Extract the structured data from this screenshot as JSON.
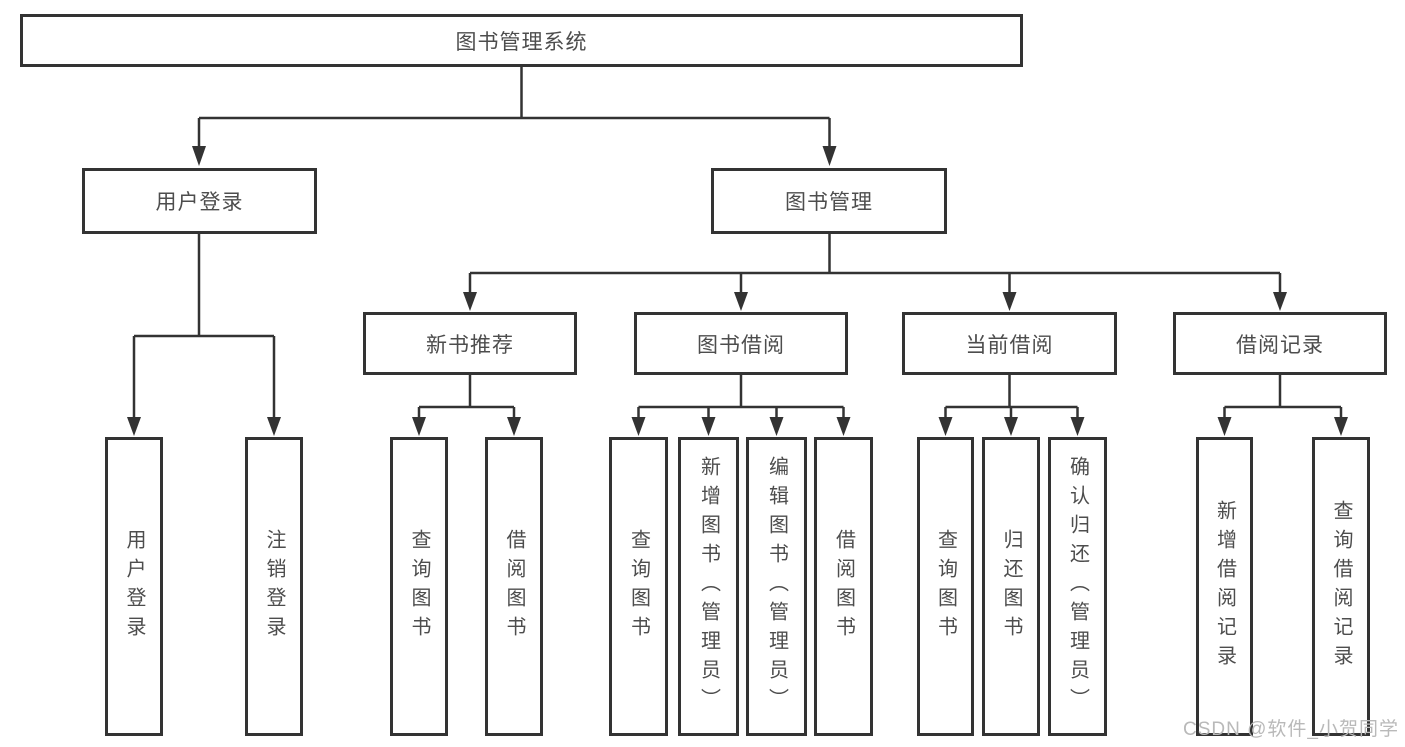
{
  "diagram": {
    "root": {
      "label": "图书管理系统"
    },
    "branches": [
      {
        "label": "用户登录",
        "children": [
          {
            "label": "用户登录"
          },
          {
            "label": "注销登录"
          }
        ]
      },
      {
        "label": "图书管理",
        "children": [
          {
            "label": "新书推荐",
            "children": [
              {
                "label": "查询图书"
              },
              {
                "label": "借阅图书"
              }
            ]
          },
          {
            "label": "图书借阅",
            "children": [
              {
                "label": "查询图书"
              },
              {
                "label": "新增图书（管理员）"
              },
              {
                "label": "编辑图书（管理员）"
              },
              {
                "label": "借阅图书"
              }
            ]
          },
          {
            "label": "当前借阅",
            "children": [
              {
                "label": "查询图书"
              },
              {
                "label": "归还图书"
              },
              {
                "label": "确认归还（管理员）"
              }
            ]
          },
          {
            "label": "借阅记录",
            "children": [
              {
                "label": "新增借阅记录"
              },
              {
                "label": "查询借阅记录"
              }
            ]
          }
        ]
      }
    ],
    "watermark": "CSDN @软件_小贺同学",
    "colors": {
      "line": "#333333",
      "text": "#4d4d4d",
      "watermark": "#b9b9b9",
      "background": "#ffffff"
    }
  }
}
